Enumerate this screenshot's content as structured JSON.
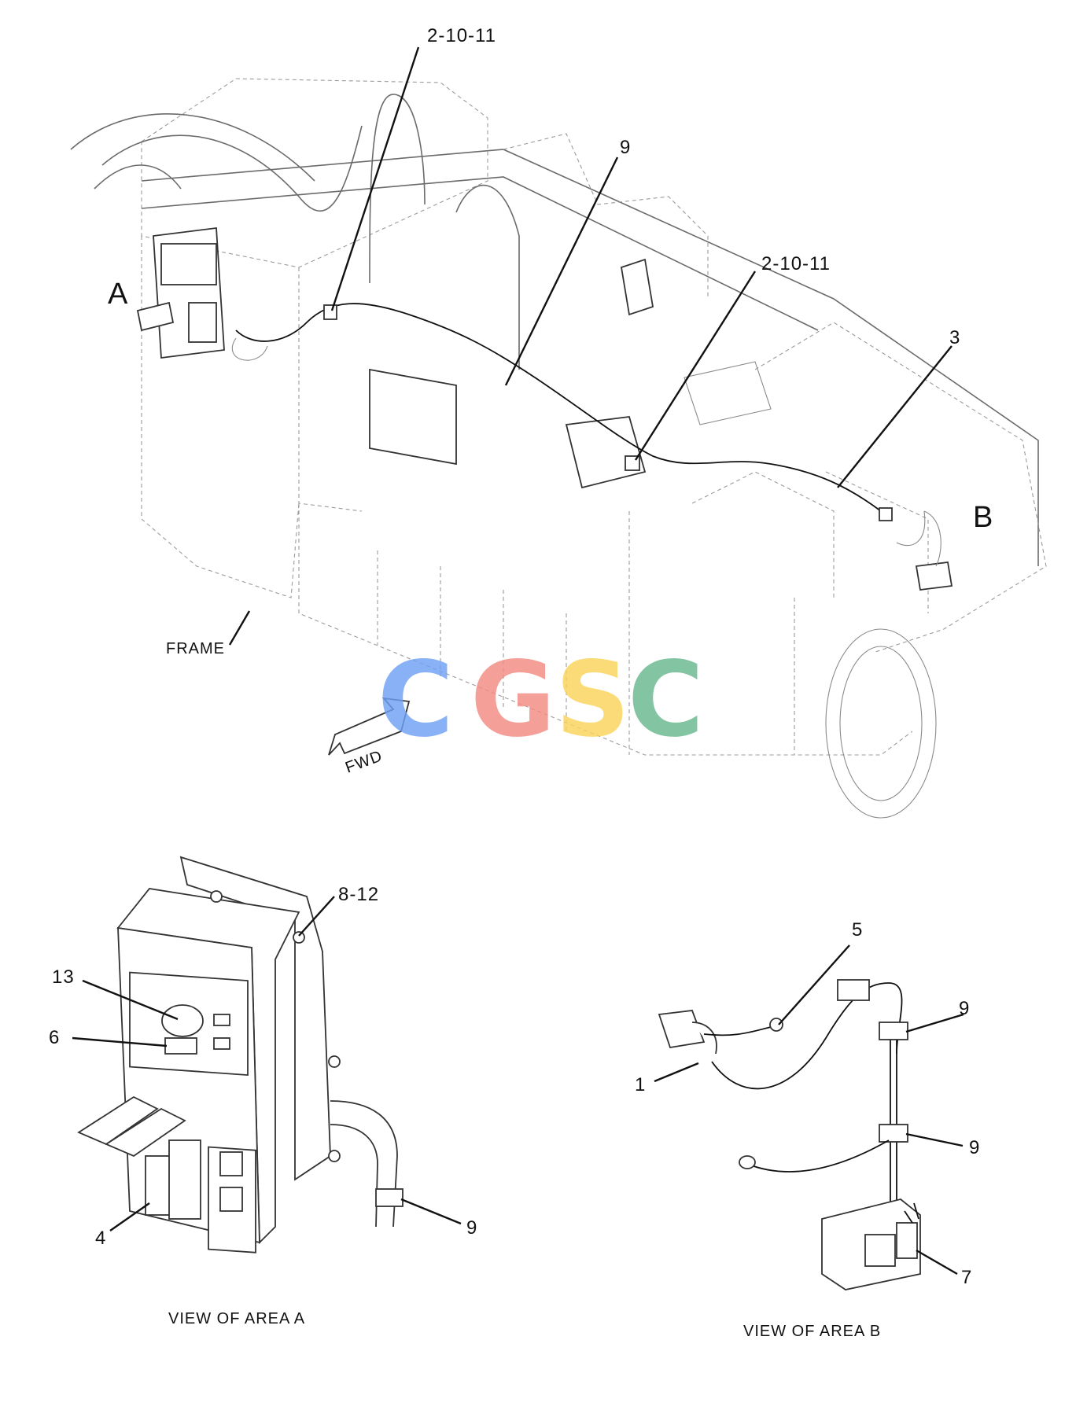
{
  "labels": {
    "area_a": "A",
    "area_b": "B",
    "frame": "FRAME",
    "fwd": "FWD",
    "clip_top": "2-10-11",
    "clip_mid": "2-10-11",
    "clamp_top": "9",
    "harness": "3",
    "bolts": "8-12",
    "part_13": "13",
    "part_6": "6",
    "part_4": "4",
    "clamp_a": "9",
    "part_5": "5",
    "part_1": "1",
    "clamp_b1": "9",
    "clamp_b2": "9",
    "part_7": "7",
    "view_a": "VIEW OF AREA  A",
    "view_b": "VIEW OF AREA  B"
  },
  "watermark": {
    "letters": [
      "C",
      "G",
      "S",
      "C"
    ],
    "colors": [
      "#6ea0f5",
      "#f28b82",
      "#fbd45a",
      "#68b88e"
    ]
  }
}
